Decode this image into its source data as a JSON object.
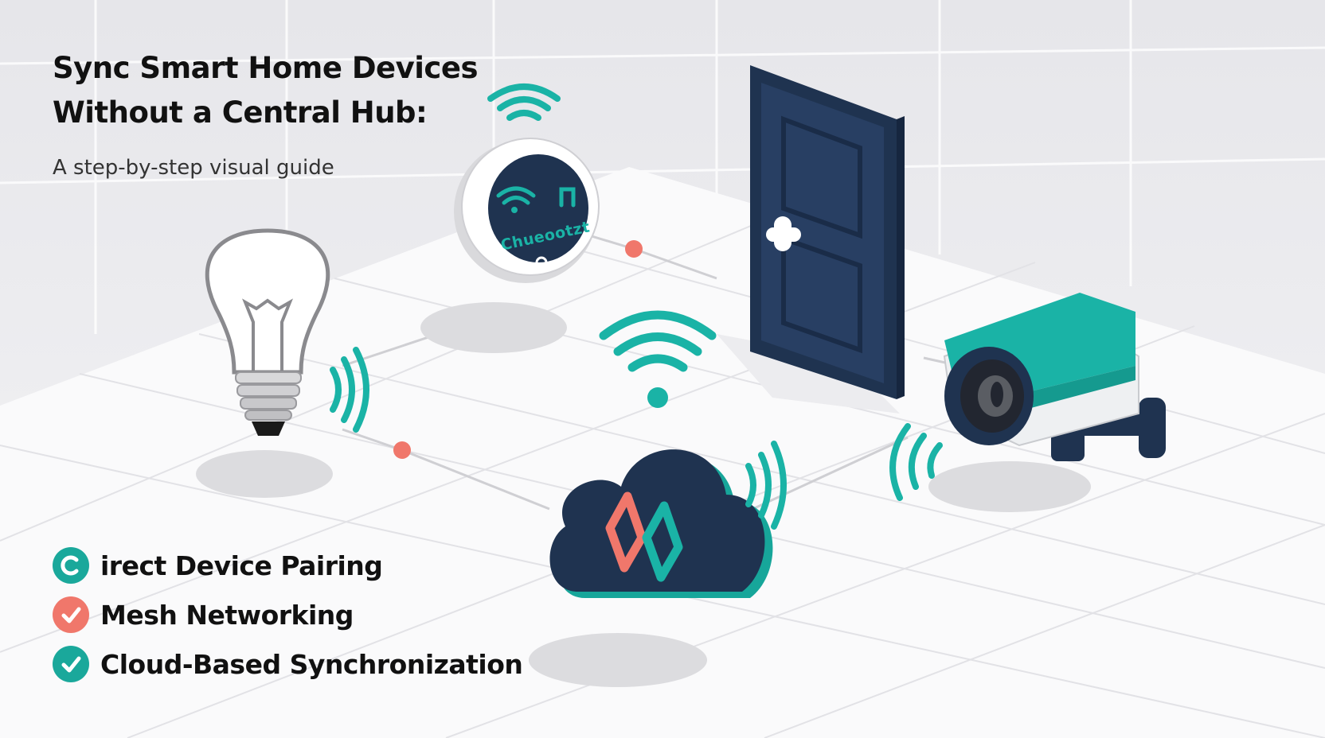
{
  "title_lines": [
    "Sync Smart Home Devices",
    "Without a Central Hub:"
  ],
  "subtitle": "A step-by-step visual guide",
  "thermostat_label": "Chueootzt",
  "features": [
    {
      "label": "irect Device Pairing",
      "icon": "c-letter-icon",
      "badge_color": "#1aa89b"
    },
    {
      "label": "Mesh Networking",
      "icon": "check-icon",
      "badge_color": "#f0776b"
    },
    {
      "label": "Cloud-Based Synchronization",
      "icon": "check-icon",
      "badge_color": "#1aa89b"
    }
  ],
  "colors": {
    "teal": "#1ab3a6",
    "navy": "#1f3350",
    "coral": "#f0776b",
    "grid_line": "#e2e2e6"
  }
}
